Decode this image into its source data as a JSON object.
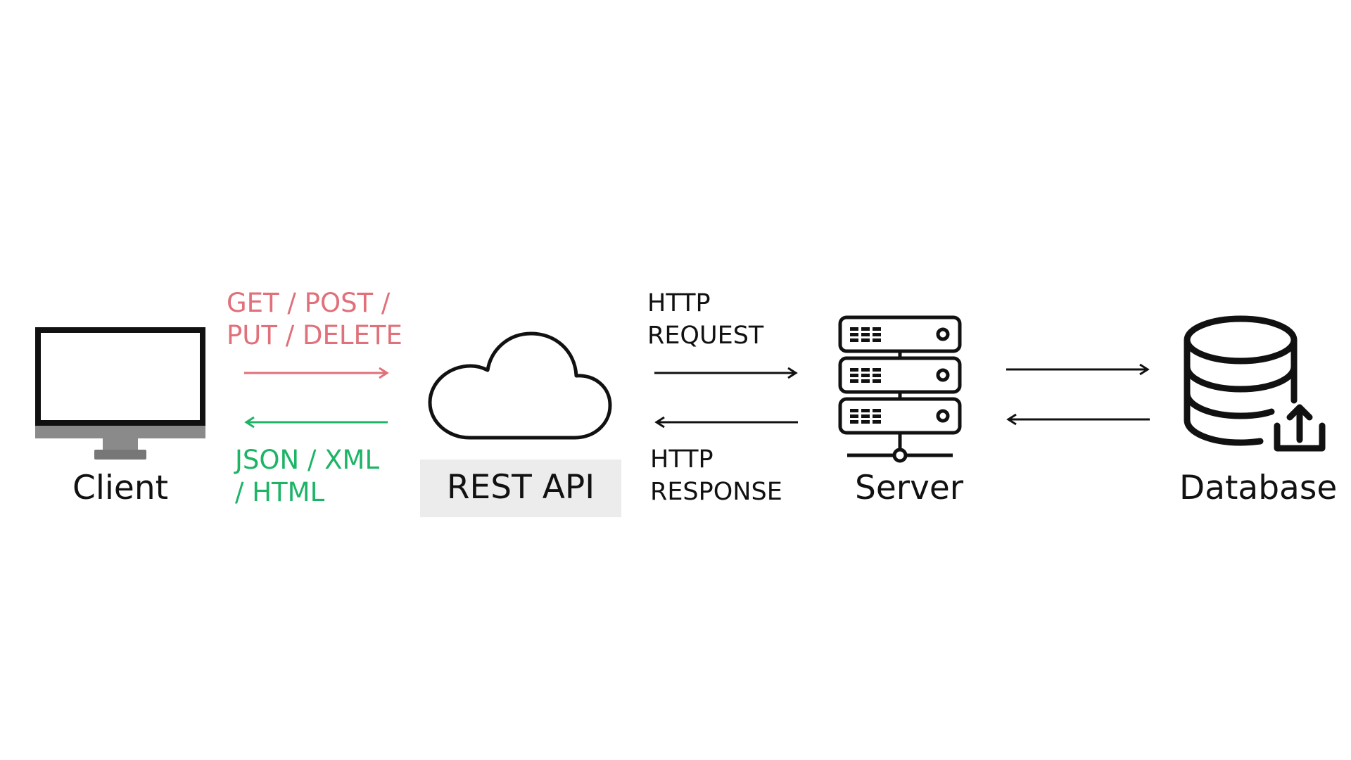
{
  "colors": {
    "request": "#e0707a",
    "response": "#1db466",
    "stroke": "#111111",
    "monitor_stand": "#8a8a8a",
    "rest_box": "#ececec"
  },
  "nodes": {
    "client": {
      "label": "Client",
      "icon": "monitor-icon"
    },
    "rest_api": {
      "label": "REST API",
      "icon": "cloud-icon"
    },
    "server": {
      "label": "Server",
      "icon": "server-rack-icon"
    },
    "database": {
      "label": "Database",
      "icon": "database-upload-icon"
    }
  },
  "edges": {
    "client_to_api": {
      "line1": "GET / POST /",
      "line2": "PUT / DELETE"
    },
    "api_to_client": {
      "line1": "JSON / XML",
      "line2": "/ HTML"
    },
    "api_to_server": {
      "line1": "HTTP",
      "line2": "REQUEST"
    },
    "server_to_api": {
      "line1": "HTTP",
      "line2": "RESPONSE"
    }
  }
}
